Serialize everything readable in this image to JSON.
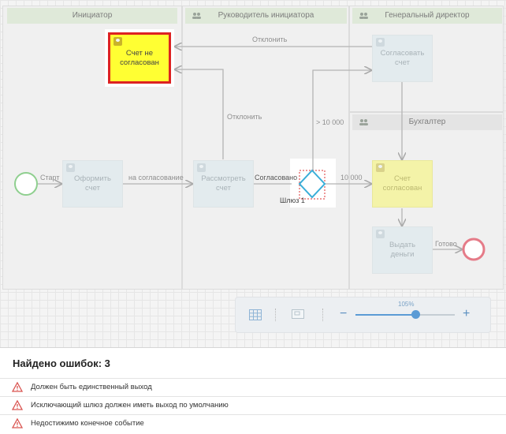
{
  "lanes": {
    "initiator": "Инициатор",
    "manager": "Руководитель инициатора",
    "director": "Генеральный директор",
    "accountant": "Бухгалтер"
  },
  "tasks": {
    "invoice_not_approved": "Счет не согласован",
    "create_invoice": "Оформить счет",
    "review_invoice": "Рассмотреть счет",
    "approve_invoice": "Согласовать счет",
    "invoice_approved": "Счет согласован",
    "pay_money": "Выдать деньги"
  },
  "flows": {
    "reject_top": "Отклонить",
    "reject_mid": "Отклонить",
    "start": "Старт",
    "to_approval": "на согласование",
    "agreed": "Согласовано",
    "gt_10000": "> 10 000",
    "le_10000": "10 000",
    "done": "Готово"
  },
  "gateway": {
    "label": "Шлюз 1"
  },
  "toolbar": {
    "zoom": "105%",
    "zoom_level": 0.6,
    "minus": "−",
    "plus": "+"
  },
  "errors": {
    "title": "Найдено ошибок: 3",
    "items": [
      "Должен быть единственный выход",
      "Исключающий шлюз должен иметь выход по умолчанию",
      "Недостижимо конечное событие"
    ]
  },
  "colors": {
    "start_event": "#8fcf8f",
    "end_event": "#e57b88",
    "gateway": "#3aaed8",
    "selected_fill": "#ffff33",
    "selected_border": "#dd2222",
    "warning": "#d9534f"
  }
}
